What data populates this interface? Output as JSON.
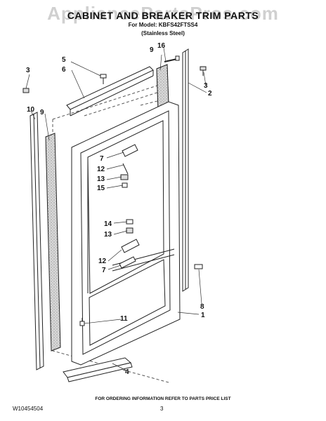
{
  "header": {
    "watermark": "AppliancePartsPros.com",
    "title": "CABINET AND BREAKER TRIM PARTS",
    "model_line": "For Model: KBFS42FTSS4",
    "material": "(Stainless Steel)"
  },
  "callouts": {
    "c1": "1",
    "c2": "2",
    "c3a": "3",
    "c3b": "3",
    "c4": "4",
    "c5": "5",
    "c6": "6",
    "c7a": "7",
    "c7b": "7",
    "c8": "8",
    "c9a": "9",
    "c9b": "9",
    "c10": "10",
    "c11": "11",
    "c12a": "12",
    "c12b": "12",
    "c13a": "13",
    "c13b": "13",
    "c14": "14",
    "c15": "15",
    "c16": "16"
  },
  "footer": {
    "ordering_note": "FOR ORDERING INFORMATION REFER TO PARTS PRICE LIST",
    "doc_code": "W10454504",
    "page_number": "3"
  }
}
